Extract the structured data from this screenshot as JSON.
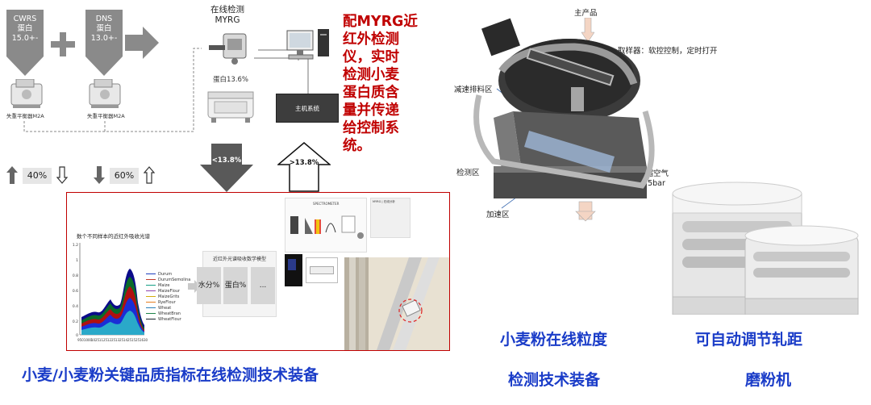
{
  "left_flow": {
    "cwrs_tag": [
      "CWRS",
      "蛋白",
      "15.0+-"
    ],
    "dns_tag": [
      "DNS",
      "蛋白",
      "13.0+-"
    ],
    "scale_caption_1": "失重平衡器M2A",
    "scale_caption_2": "失重平衡器M2A",
    "online_detector_title": [
      "在线检测",
      "MYRG"
    ],
    "protein_value": "蛋白13.6%",
    "host_system_label": "主机系统",
    "lt_arrow_label": "<13.8%",
    "gt_arrow_label": ">13.8%",
    "pct_40": "40%",
    "pct_60": "60%",
    "red_description": [
      "配MYRG近",
      "红外检测",
      "仪，实时",
      "检测小麦",
      "蛋白质含",
      "量并传递",
      "给控制系",
      "统。"
    ]
  },
  "inset": {
    "chart_title": "数个不同样本的近红外吸收光谱",
    "legend": [
      "Durum",
      "DurumSemolina",
      "Maize",
      "MaizeFlour",
      "MaizeGrits",
      "RyeFlour",
      "Wheat",
      "WheatBran",
      "WheatFlour"
    ],
    "legend_colors": [
      "#1f3fbf",
      "#c0392b",
      "#16a085",
      "#8e44ad",
      "#d4ac0d",
      "#e67e22",
      "#2980b9",
      "#1e8449",
      "#17202a"
    ],
    "y_ticks": [
      "1.2",
      "1",
      "0.8",
      "0.6",
      "0.4",
      "0.2",
      "0"
    ],
    "x_ticks": [
      "950",
      "1000",
      "1025",
      "1125",
      "1225",
      "1325",
      "1425",
      "1525",
      "1630"
    ],
    "model_box_title": "近红外光谱吸收数学模型",
    "model_cells": [
      "水分%",
      "蛋白%",
      "..."
    ],
    "spectro_label": "SPECTROMETER",
    "spectro_header": "MYRG | 在线分析"
  },
  "right_diagram": {
    "main_product": "主产品",
    "sampler": "取样器：软控控制，定时打开",
    "deceleration_zone": "减速排料区",
    "detection_zone": "检测区",
    "compressed_air": [
      "压缩空气",
      "0.5bar"
    ],
    "acceleration_zone": "加速区"
  },
  "captions": {
    "bottom_left": "小麦/小麦粉关键品质指标在线检测技术装备",
    "middle_line1": "小麦粉在线粒度",
    "middle_line2": "检测技术装备",
    "right_line1": "可自动调节轧距",
    "right_line2": "磨粉机"
  }
}
